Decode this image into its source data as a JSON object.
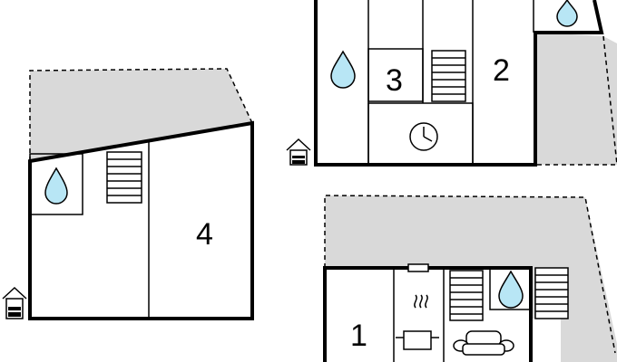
{
  "floor_plan": {
    "rooms": [
      {
        "label": "4"
      },
      {
        "label": "3"
      },
      {
        "label": "2"
      },
      {
        "label": "1"
      }
    ]
  }
}
